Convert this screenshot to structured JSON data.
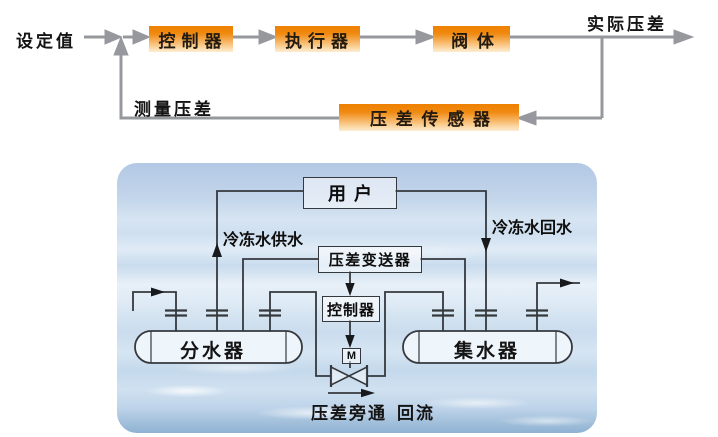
{
  "loop": {
    "setpoint": "设定值",
    "controller": "控制器",
    "actuator": "执行器",
    "valve_body": "阀 体",
    "sensor": "压 差 传 感 器",
    "actual": "实际压差",
    "measured": "测量压差"
  },
  "plant": {
    "user": "用户",
    "supply": "冷冻水供水",
    "return": "冷冻水回水",
    "transmitter": "压差变送器",
    "controller": "控制器",
    "motor": "M",
    "distributor": "分水器",
    "collector": "集水器",
    "bypass": "压差旁通",
    "backflow": "回流"
  },
  "colors": {
    "block_orange_top": "#ee8000",
    "block_orange_bottom": "#fdecd3",
    "loop_line_gray": "#96989d",
    "pipe_line_dark": "#35393e",
    "panel_water_blue": "#c4d9ec"
  }
}
